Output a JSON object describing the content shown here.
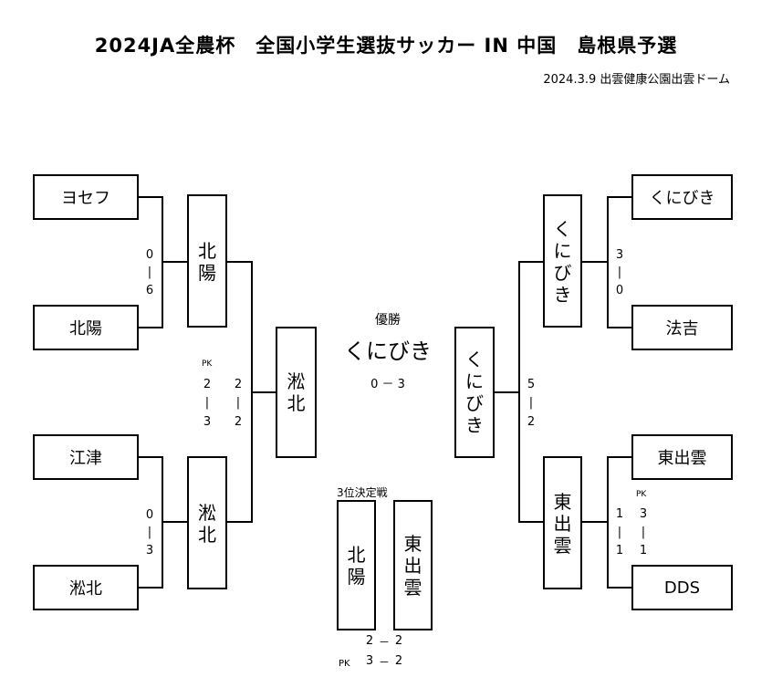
{
  "header": {
    "title": "2024JA全農杯　全国小学生選抜サッカー IN 中国　島根県予選",
    "subtitle": "2024.3.9 出雲健康公園出雲ドーム"
  },
  "left": {
    "r1": [
      "ヨセフ",
      "北陽",
      "江津",
      "淞北"
    ],
    "sf": [
      {
        "name": "北陽",
        "chars": [
          "北",
          "陽"
        ]
      },
      {
        "name": "淞北",
        "chars": [
          "淞",
          "北"
        ]
      }
    ],
    "final_team": {
      "name": "淞北",
      "chars": [
        "淞",
        "北"
      ]
    },
    "scores": {
      "m1": [
        "0",
        "6"
      ],
      "m2": [
        "0",
        "3"
      ],
      "sf_pk_label": "PK",
      "sf_pk": [
        "2",
        "3"
      ],
      "sf": [
        "2",
        "2"
      ]
    }
  },
  "right": {
    "r1": [
      "くにびき",
      "法吉",
      "東出雲",
      "DDS"
    ],
    "sf": [
      {
        "name": "くにびき",
        "chars": [
          "く",
          "に",
          "び",
          "き"
        ]
      },
      {
        "name": "東出雲",
        "chars": [
          "東",
          "出",
          "雲"
        ]
      }
    ],
    "final_team": {
      "name": "くにびき",
      "chars": [
        "く",
        "に",
        "び",
        "き"
      ]
    },
    "scores": {
      "m1": [
        "3",
        "0"
      ],
      "m2": [
        "1",
        "1"
      ],
      "m2_pk_label": "PK",
      "m2_pk": [
        "3",
        "1"
      ],
      "sf": [
        "5",
        "2"
      ]
    }
  },
  "center": {
    "champion_label": "優勝",
    "champion": "くにびき",
    "final_score": "0 － 3",
    "third_place_label": "3位決定戦",
    "third_teams": [
      {
        "name": "北陽",
        "chars": [
          "北",
          "陽"
        ]
      },
      {
        "name": "東出雲",
        "chars": [
          "東",
          "出",
          "雲"
        ]
      }
    ],
    "third_score": [
      "2",
      "2"
    ],
    "third_pk_label": "PK",
    "third_pk": [
      "3",
      "2"
    ],
    "dash": "－"
  }
}
